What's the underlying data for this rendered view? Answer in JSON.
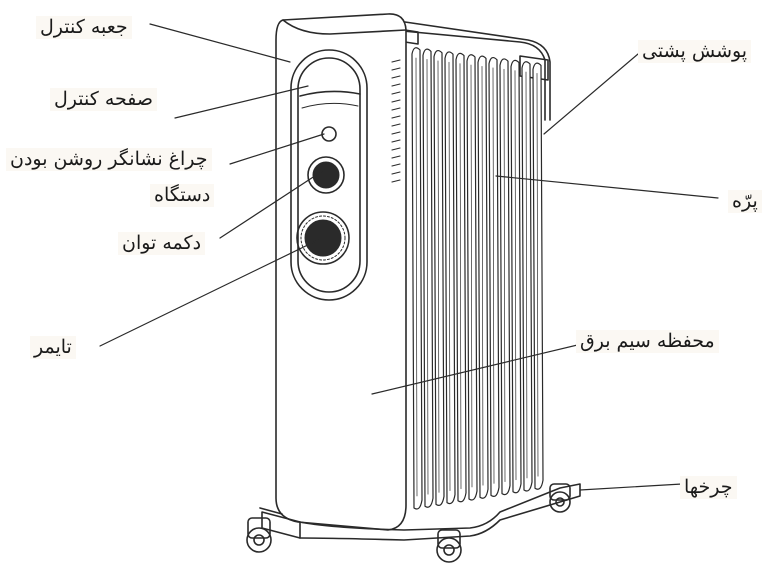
{
  "labels": {
    "control_box": "جعبه کنترل",
    "control_panel": "صفحه کنترل",
    "indicator_lamp_line1": "چراغ نشانگر روشن بودن",
    "indicator_lamp_line2": "دستگاه",
    "power_knob": "دکمه توان",
    "timer": "تایمر",
    "back_cover": "پوشش پشتی",
    "fin": "پرّه",
    "cord_storage": "محفظه سیم برق",
    "wheels": "چرخها"
  },
  "colors": {
    "line": "#2a2a2a",
    "label_bg": "#fbf8f3"
  }
}
